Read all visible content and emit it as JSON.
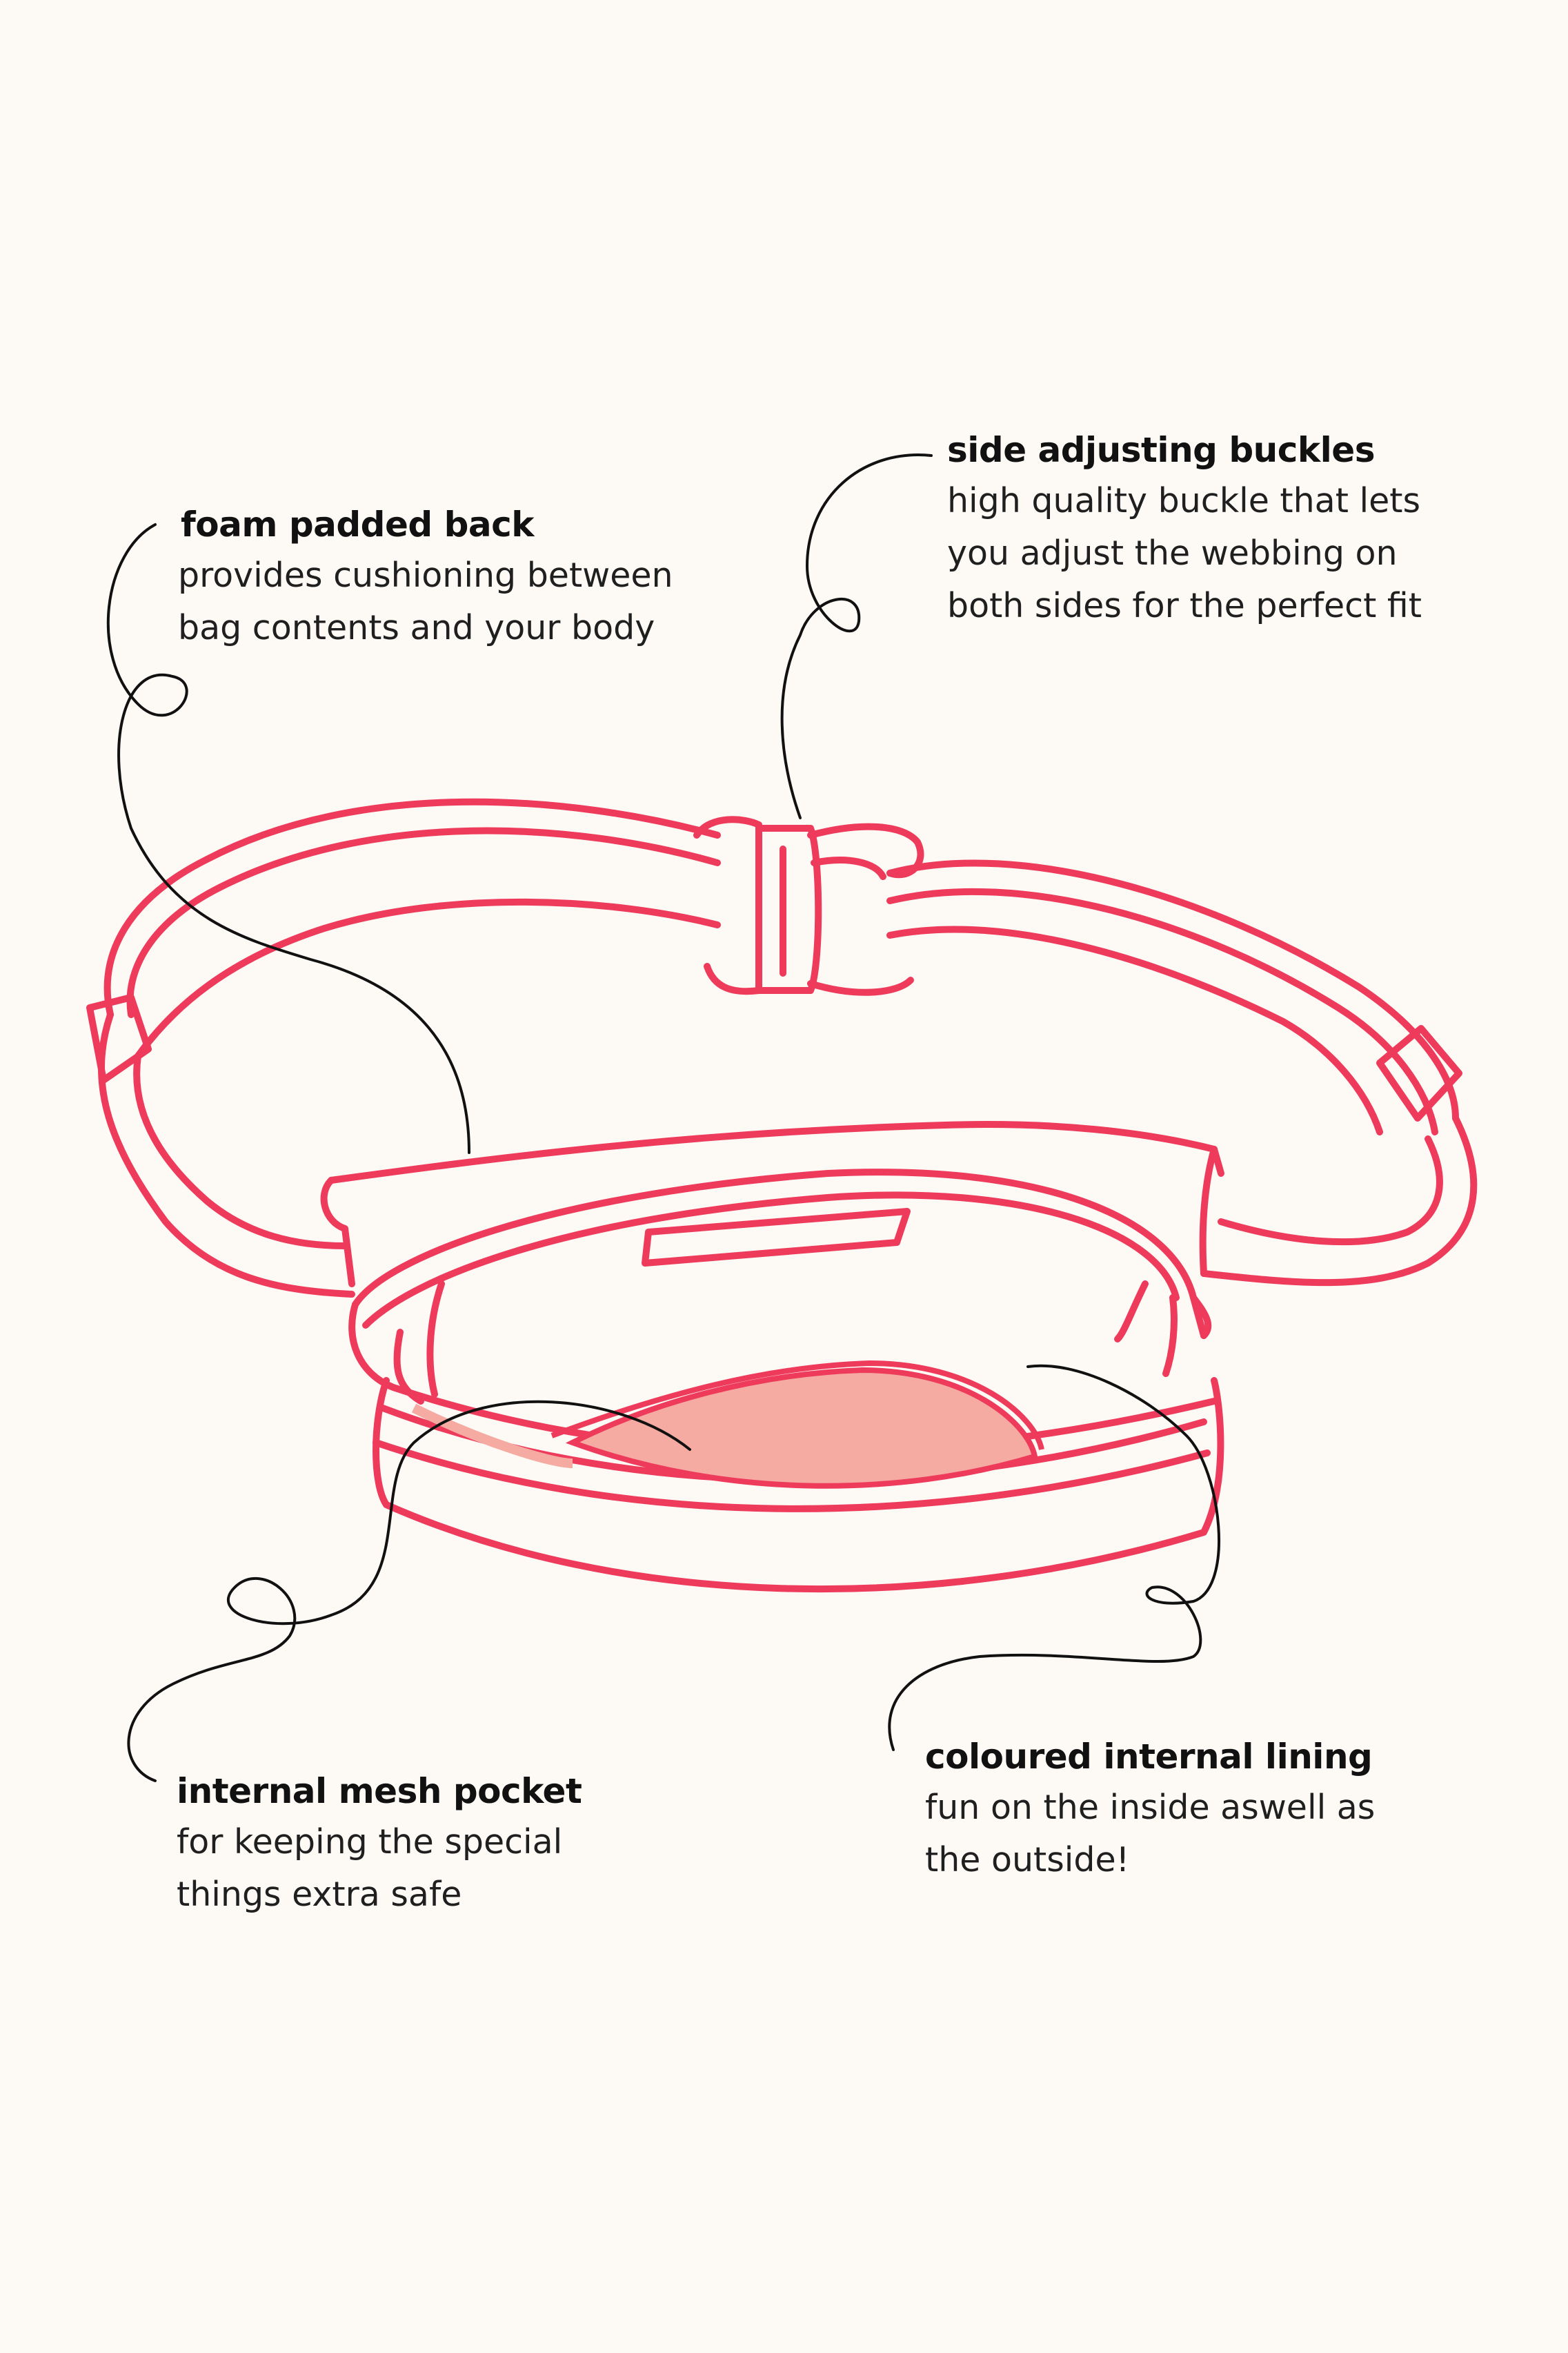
{
  "colors": {
    "background": "#fdfaf5",
    "outline": "#ee3b5c",
    "lining_fill": "#f5aba1",
    "leader_line": "#111111",
    "text": "#1b1b1b"
  },
  "illustration": {
    "subject": "belt-bag-icon"
  },
  "callouts": {
    "foam": {
      "title": "foam padded back",
      "lines": [
        "provides cushioning between",
        "bag contents and your body"
      ]
    },
    "buckle": {
      "title": "side adjusting buckles",
      "lines": [
        "high quality buckle that lets",
        "you adjust the webbing on",
        "both sides for the perfect fit"
      ]
    },
    "mesh": {
      "title": "internal mesh pocket",
      "lines": [
        "for keeping the special",
        "things extra safe"
      ]
    },
    "lining": {
      "title": "coloured internal lining",
      "lines": [
        "fun on the inside aswell as",
        "the outside!"
      ]
    }
  }
}
